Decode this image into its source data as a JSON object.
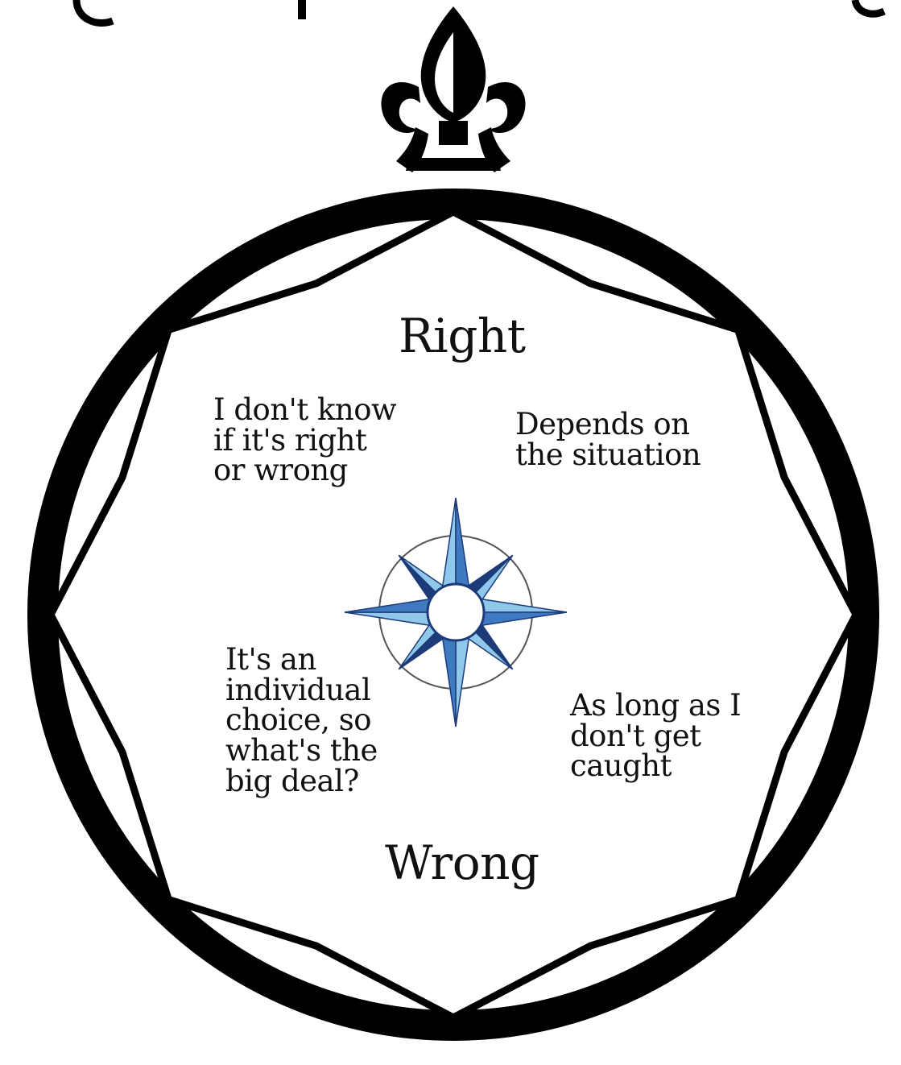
{
  "labels": {
    "top": "Right",
    "bottom": "Wrong",
    "upper_left": "I don't know\nif it's right\nor wrong",
    "upper_right": "Depends on\nthe situation",
    "lower_left": "It's an\nindividual\nchoice, so\nwhat's the\nbig deal?",
    "lower_right": "As long as I\ndon't get\ncaught"
  },
  "colors": {
    "ink": "#000000",
    "star_dark": "#1d3b78",
    "star_mid": "#3f79bf",
    "star_light": "#8fc8ea"
  },
  "icons": [
    "fleur-de-lis-icon",
    "compass-rose-icon"
  ]
}
